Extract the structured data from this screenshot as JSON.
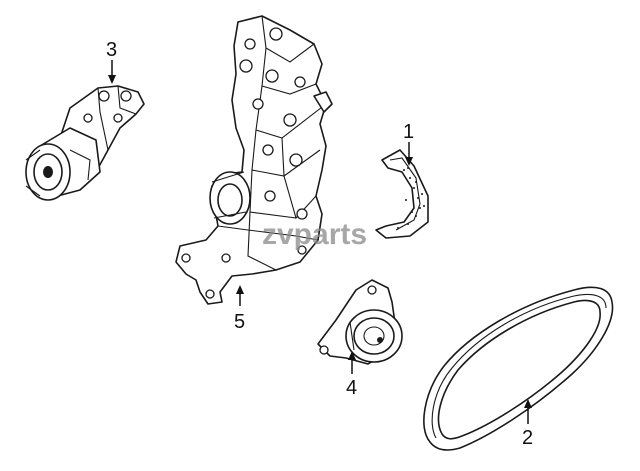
{
  "watermark": "zvparts",
  "callouts": [
    {
      "id": "1",
      "label": "1"
    },
    {
      "id": "2",
      "label": "2"
    },
    {
      "id": "3",
      "label": "3"
    },
    {
      "id": "4",
      "label": "4"
    },
    {
      "id": "5",
      "label": "5"
    }
  ]
}
